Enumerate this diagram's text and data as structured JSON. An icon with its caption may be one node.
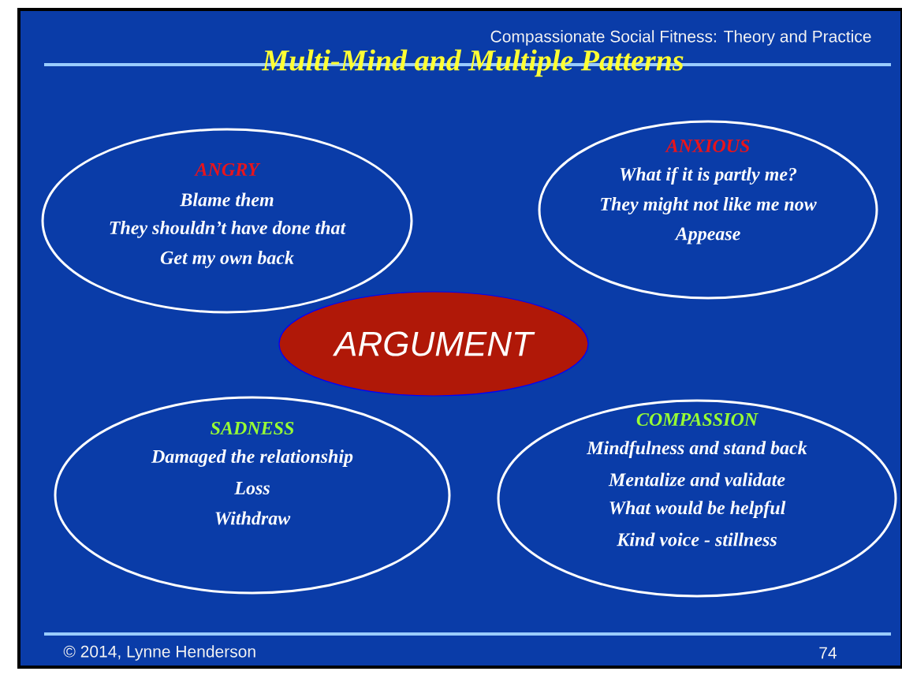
{
  "diagram": {
    "title": "Multi-Mind and Multiple Patterns",
    "nodes": [
      {
        "text": [
          "ANGRY",
          "Blame them",
          "They shouldn’t have done that",
          "Get my own back"
        ]
      },
      {
        "text": [
          "ANXIOUS",
          "What if it is partly me?",
          "They might not like me now",
          "Appease"
        ]
      },
      {
        "text": [
          "ARGUMENT"
        ]
      },
      {
        "text": [
          "SADNESS",
          "Damaged the relationship",
          "Loss",
          "Withdraw"
        ]
      },
      {
        "text": [
          "COMPASSION",
          "Mindfulness and stand back",
          "Mentalize and validate",
          "What would be helpful",
          "Kind voice - stillness"
        ]
      }
    ],
    "labels": [
      "Compassionate Social Fitness: Theory and Practice",
      "© 2014, Lynne Henderson",
      "74"
    ]
  }
}
